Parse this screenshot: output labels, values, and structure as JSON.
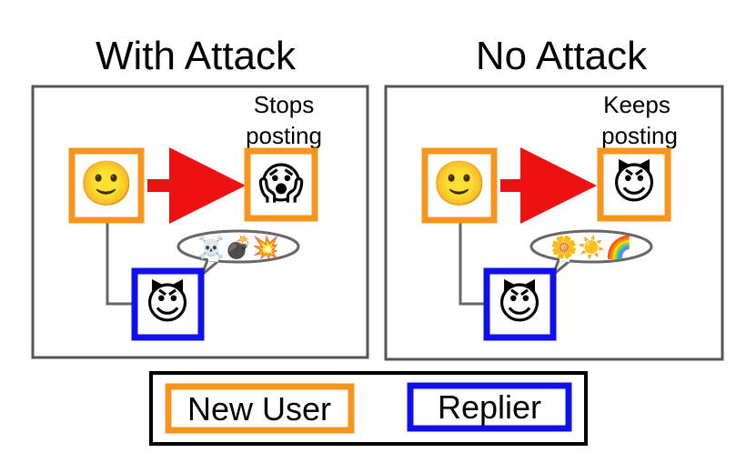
{
  "panels": [
    {
      "title": "With Attack",
      "note_line1": "Stops",
      "note_line2": "posting",
      "new_user_emoji": "🙂",
      "outcome_emoji": "😱",
      "replier_emoji": "😈",
      "reply_emojis": "☠️💣💥"
    },
    {
      "title": "No Attack",
      "note_line1": "Keeps",
      "note_line2": "posting",
      "new_user_emoji": "🙂",
      "outcome_emoji": "😈",
      "replier_emoji": "😈",
      "reply_emojis": "🌼☀️🌈"
    }
  ],
  "legend": {
    "new_user_label": "New User",
    "replier_label": "Replier"
  },
  "colors": {
    "new_user": "#f7941d",
    "replier": "#1010ee",
    "arrow": "#ee1111",
    "panel_border": "#555555"
  }
}
